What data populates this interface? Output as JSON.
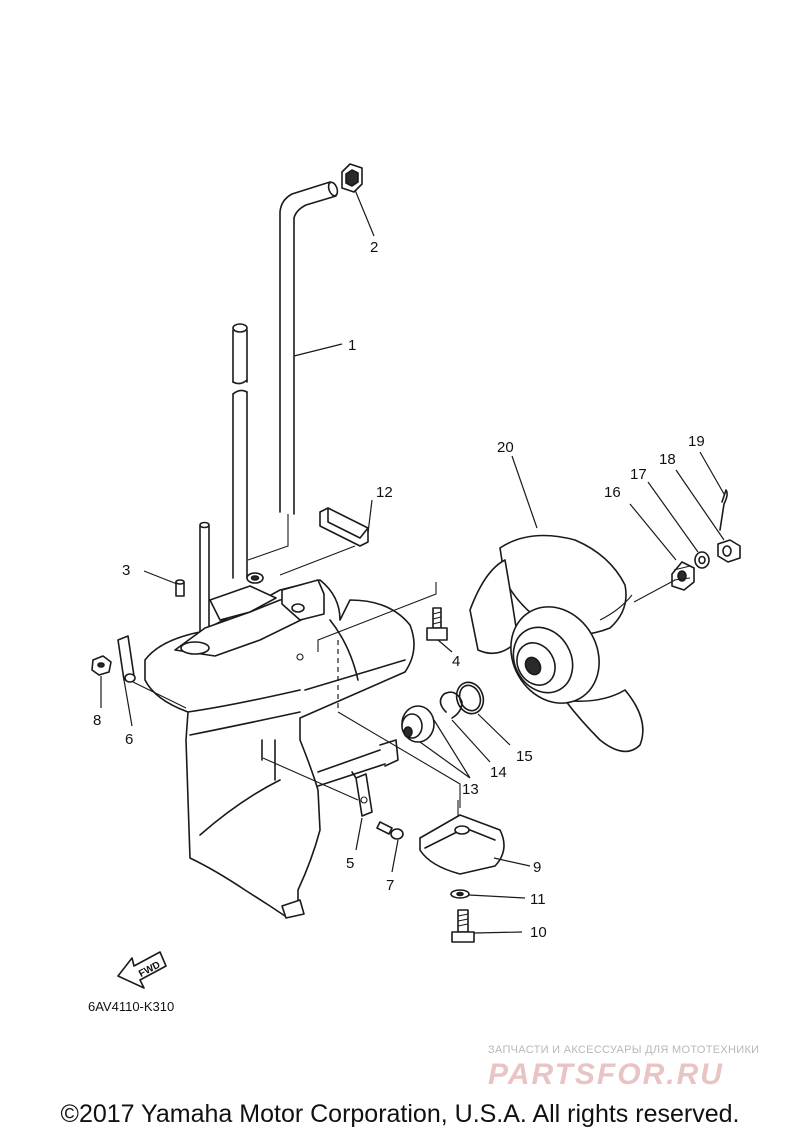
{
  "callouts": {
    "p1": "1",
    "p2": "2",
    "p3": "3",
    "p4": "4",
    "p5": "5",
    "p6": "6",
    "p7": "7",
    "p8": "8",
    "p9": "9",
    "p10": "10",
    "p11": "11",
    "p12": "12",
    "p13": "13",
    "p14": "14",
    "p15": "15",
    "p16": "16",
    "p17": "17",
    "p18": "18",
    "p19": "19",
    "p20": "20"
  },
  "fwd_label": "FWD",
  "diagram_code": "6AV4110-K310",
  "watermark": {
    "tagline": "ЗАПЧАСТИ И АКСЕССУАРЫ ДЛЯ МОТОТЕХНИКИ",
    "logo": "PARTSFOR.RU"
  },
  "copyright": "©2017 Yamaha Motor Corporation, U.S.A. All rights reserved."
}
